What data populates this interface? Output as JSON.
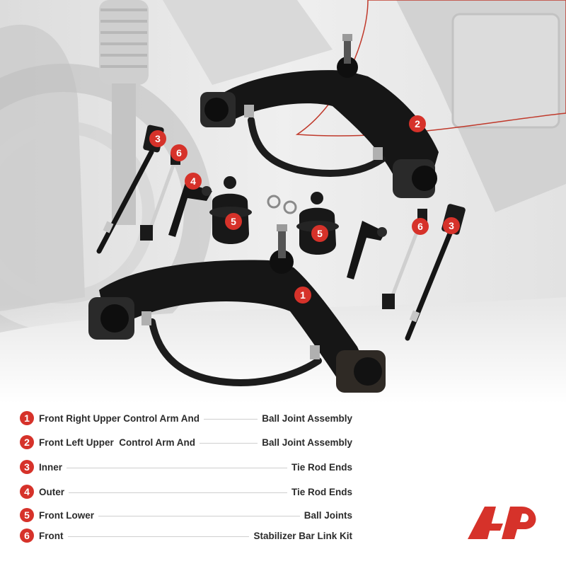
{
  "legend": [
    {
      "number": "1",
      "left": "Front Right Upper Control Arm And",
      "right": "Ball Joint Assembly"
    },
    {
      "number": "2",
      "left": "Front Left Upper  Control Arm And",
      "right": "Ball Joint Assembly"
    },
    {
      "number": "3",
      "left": "Inner",
      "right": "Tie Rod Ends"
    },
    {
      "number": "4",
      "left": "Outer",
      "right": "Tie Rod Ends"
    },
    {
      "number": "5",
      "left": "Front Lower",
      "right": "Ball Joints"
    },
    {
      "number": "6",
      "left": "Front",
      "right": "Stabilizer Bar Link Kit"
    }
  ],
  "callouts": {
    "c1": "1",
    "c2": "2",
    "c3a": "3",
    "c3b": "3",
    "c4": "4",
    "c5a": "5",
    "c5b": "5",
    "c6a": "6",
    "c6b": "6"
  },
  "colors": {
    "accent": "#d6322a",
    "text": "#2b2b2b",
    "part": "#141414"
  }
}
